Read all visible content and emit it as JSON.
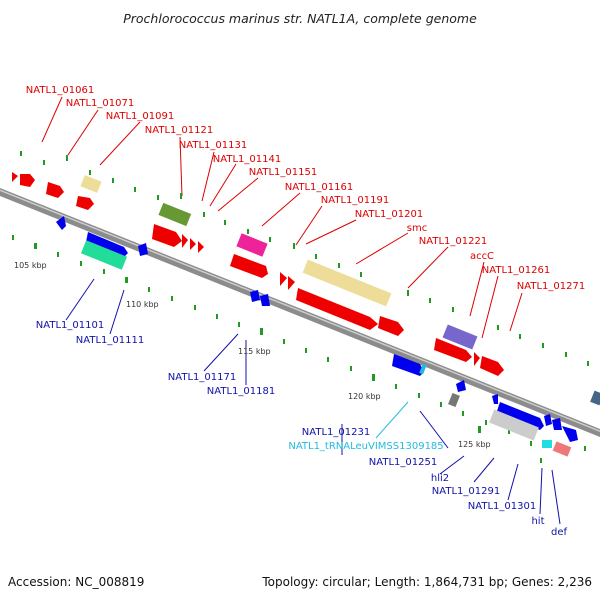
{
  "title": "Prochlorococcus marinus str. NATL1A, complete genome",
  "accession": "Accession: NC_008819",
  "topology": "Topology: circular; Length: 1,864,731 bp; Genes: 2,236",
  "colors": {
    "forward_label": "#dd0000",
    "reverse_label": "#1111aa",
    "trna_label": "#22bbdd",
    "backbone": "#888888",
    "tick_mark": "#229922"
  },
  "scale_labels": [
    "105 kbp",
    "110 kbp",
    "115 kbp",
    "120 kbp",
    "125 kbp"
  ],
  "labels_top": [
    "NATL1_01061",
    "NATL1_01071",
    "NATL1_01091",
    "NATL1_01121",
    "NATL1_01131",
    "NATL1_01141",
    "NATL1_01151",
    "NATL1_01161",
    "NATL1_01191",
    "NATL1_01201",
    "smc",
    "NATL1_01221",
    "accC",
    "NATL1_01261",
    "NATL1_01271"
  ],
  "labels_bottom": [
    "NATL1_01101",
    "NATL1_01111",
    "NATL1_01171",
    "NATL1_01181",
    "NATL1_01231",
    "NATL1_tRNALeuVIMSS1309185",
    "NATL1_01251",
    "hli2",
    "NATL1_01291",
    "NATL1_01301",
    "hit",
    "def"
  ]
}
